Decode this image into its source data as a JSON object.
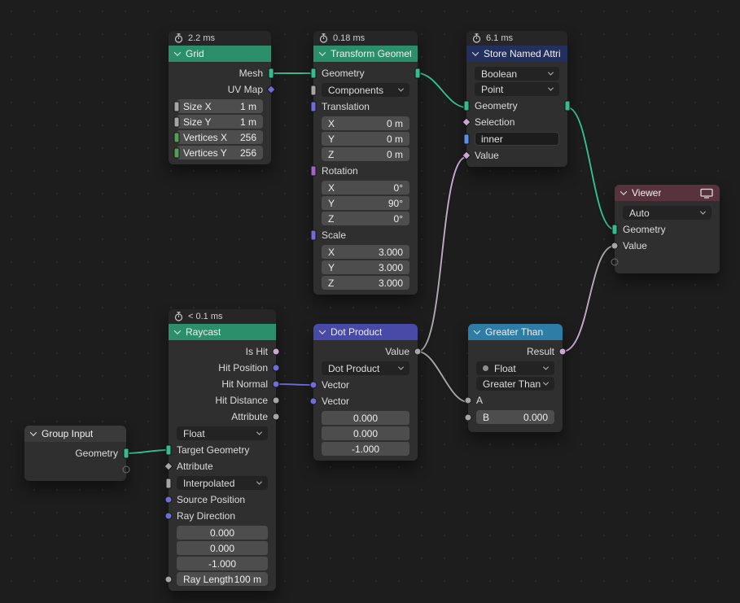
{
  "nodes": {
    "grid": {
      "timer": "2.2 ms",
      "title": "Grid",
      "outputs": {
        "mesh": "Mesh",
        "uv_map": "UV Map"
      },
      "fields": [
        {
          "label": "Size X",
          "value": "1 m"
        },
        {
          "label": "Size Y",
          "value": "1 m"
        },
        {
          "label": "Vertices X",
          "value": "256"
        },
        {
          "label": "Vertices Y",
          "value": "256"
        }
      ]
    },
    "transform_geometry": {
      "timer": "0.18 ms",
      "title": "Transform Geomet...",
      "geometry_label": "Geometry",
      "mode": "Components",
      "translation": {
        "label": "Translation",
        "fields": [
          {
            "label": "X",
            "value": "0 m"
          },
          {
            "label": "Y",
            "value": "0 m"
          },
          {
            "label": "Z",
            "value": "0 m"
          }
        ]
      },
      "rotation": {
        "label": "Rotation",
        "fields": [
          {
            "label": "X",
            "value": "0°"
          },
          {
            "label": "Y",
            "value": "90°"
          },
          {
            "label": "Z",
            "value": "0°"
          }
        ]
      },
      "scale": {
        "label": "Scale",
        "fields": [
          {
            "label": "X",
            "value": "3.000"
          },
          {
            "label": "Y",
            "value": "3.000"
          },
          {
            "label": "Z",
            "value": "3.000"
          }
        ]
      }
    },
    "store_named_attribute": {
      "timer": "6.1 ms",
      "title": "Store Named Attri...",
      "data_type": "Boolean",
      "domain": "Point",
      "geometry_label": "Geometry",
      "selection_label": "Selection",
      "name_value": "inner",
      "value_label": "Value"
    },
    "viewer": {
      "title": "Viewer",
      "data_type": "Auto",
      "geometry_label": "Geometry",
      "value_label": "Value"
    },
    "raycast": {
      "timer": "< 0.1 ms",
      "title": "Raycast",
      "outputs": [
        "Is Hit",
        "Hit Position",
        "Hit Normal",
        "Hit Distance",
        "Attribute"
      ],
      "data_type": "Float",
      "target_geometry_label": "Target Geometry",
      "attribute_label": "Attribute",
      "interpolation": "Interpolated",
      "source_position_label": "Source Position",
      "ray_direction_label": "Ray Direction",
      "direction_values": [
        "0.000",
        "0.000",
        "-1.000"
      ],
      "ray_length": {
        "label": "Ray Length",
        "value": "100 m"
      }
    },
    "dot_product": {
      "title": "Dot Product",
      "value_label": "Value",
      "operation": "Dot Product",
      "vector_a_label": "Vector",
      "vector_b_label": "Vector",
      "vector_values": [
        "0.000",
        "0.000",
        "-1.000"
      ]
    },
    "greater_than": {
      "title": "Greater Than",
      "result_label": "Result",
      "data_type": "Float",
      "operation": "Greater Than",
      "a_label": "A",
      "b": {
        "label": "B",
        "value": "0.000"
      }
    },
    "group_input": {
      "title": "Group Input",
      "geometry_label": "Geometry"
    }
  },
  "connections": [
    "Grid.Mesh -> Transform Geometry.Geometry",
    "Transform Geometry.Geometry -> Store Named Attribute.Geometry",
    "Store Named Attribute.Geometry -> Viewer.Geometry",
    "Group Input.Geometry -> Raycast.Target Geometry",
    "Raycast.Hit Normal -> Dot Product.Vector",
    "Dot Product.Value -> Greater Than.A",
    "Dot Product.Value -> Store Named Attribute.Value",
    "Greater Than.Result -> Viewer.Value"
  ],
  "colors": {
    "background": "#1d1d1d",
    "node_body": "#2f2f2f",
    "header_geometry": "#2a8f6a",
    "header_attribute": "#232f5c",
    "header_vector_math": "#4949a8",
    "header_compare": "#2e7da6",
    "header_viewer": "#58333e",
    "header_group_input": "#3a3a3a",
    "socket_geometry": "#35bc8c",
    "socket_integer": "#559e55",
    "socket_float": "#a5a5a5",
    "socket_vector": "#6e6ed8",
    "socket_rotation": "#a663c7",
    "socket_boolean": "#cca6d6",
    "socket_string": "#5c8fe6"
  }
}
